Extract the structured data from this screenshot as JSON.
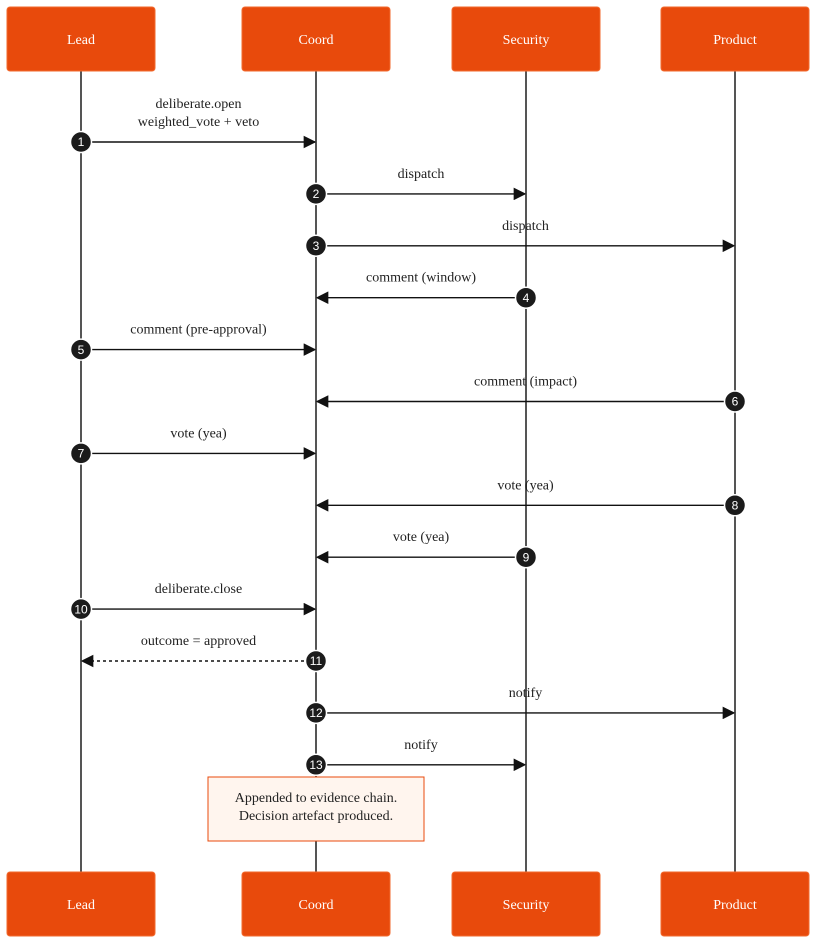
{
  "colors": {
    "actor_fill": "#e84a0c",
    "note_fill": "#fff5ee",
    "note_border": "#e84a0c",
    "badge_fill": "#1b1b1b",
    "line": "#111111"
  },
  "actors": [
    {
      "id": "lead",
      "label": "Lead"
    },
    {
      "id": "coord",
      "label": "Coord"
    },
    {
      "id": "security",
      "label": "Security"
    },
    {
      "id": "product",
      "label": "Product"
    }
  ],
  "messages": [
    {
      "num": "1",
      "from": "lead",
      "to": "coord",
      "lines": [
        "deliberate.open",
        "weighted_vote + veto"
      ],
      "style": "solid"
    },
    {
      "num": "2",
      "from": "coord",
      "to": "security",
      "lines": [
        "dispatch"
      ],
      "style": "solid"
    },
    {
      "num": "3",
      "from": "coord",
      "to": "product",
      "lines": [
        "dispatch"
      ],
      "style": "solid"
    },
    {
      "num": "4",
      "from": "security",
      "to": "coord",
      "lines": [
        "comment (window)"
      ],
      "style": "solid"
    },
    {
      "num": "5",
      "from": "lead",
      "to": "coord",
      "lines": [
        "comment (pre-approval)"
      ],
      "style": "solid"
    },
    {
      "num": "6",
      "from": "product",
      "to": "coord",
      "lines": [
        "comment (impact)"
      ],
      "style": "solid"
    },
    {
      "num": "7",
      "from": "lead",
      "to": "coord",
      "lines": [
        "vote (yea)"
      ],
      "style": "solid"
    },
    {
      "num": "8",
      "from": "product",
      "to": "coord",
      "lines": [
        "vote (yea)"
      ],
      "style": "solid"
    },
    {
      "num": "9",
      "from": "security",
      "to": "coord",
      "lines": [
        "vote (yea)"
      ],
      "style": "solid"
    },
    {
      "num": "10",
      "from": "lead",
      "to": "coord",
      "lines": [
        "deliberate.close"
      ],
      "style": "solid"
    },
    {
      "num": "11",
      "from": "coord",
      "to": "lead",
      "lines": [
        "outcome = approved"
      ],
      "style": "dotted"
    },
    {
      "num": "12",
      "from": "coord",
      "to": "product",
      "lines": [
        "notify"
      ],
      "style": "solid"
    },
    {
      "num": "13",
      "from": "coord",
      "to": "security",
      "lines": [
        "notify"
      ],
      "style": "solid"
    }
  ],
  "note": {
    "over": "coord",
    "lines": [
      "Appended to evidence chain.",
      "Decision artefact produced."
    ]
  }
}
